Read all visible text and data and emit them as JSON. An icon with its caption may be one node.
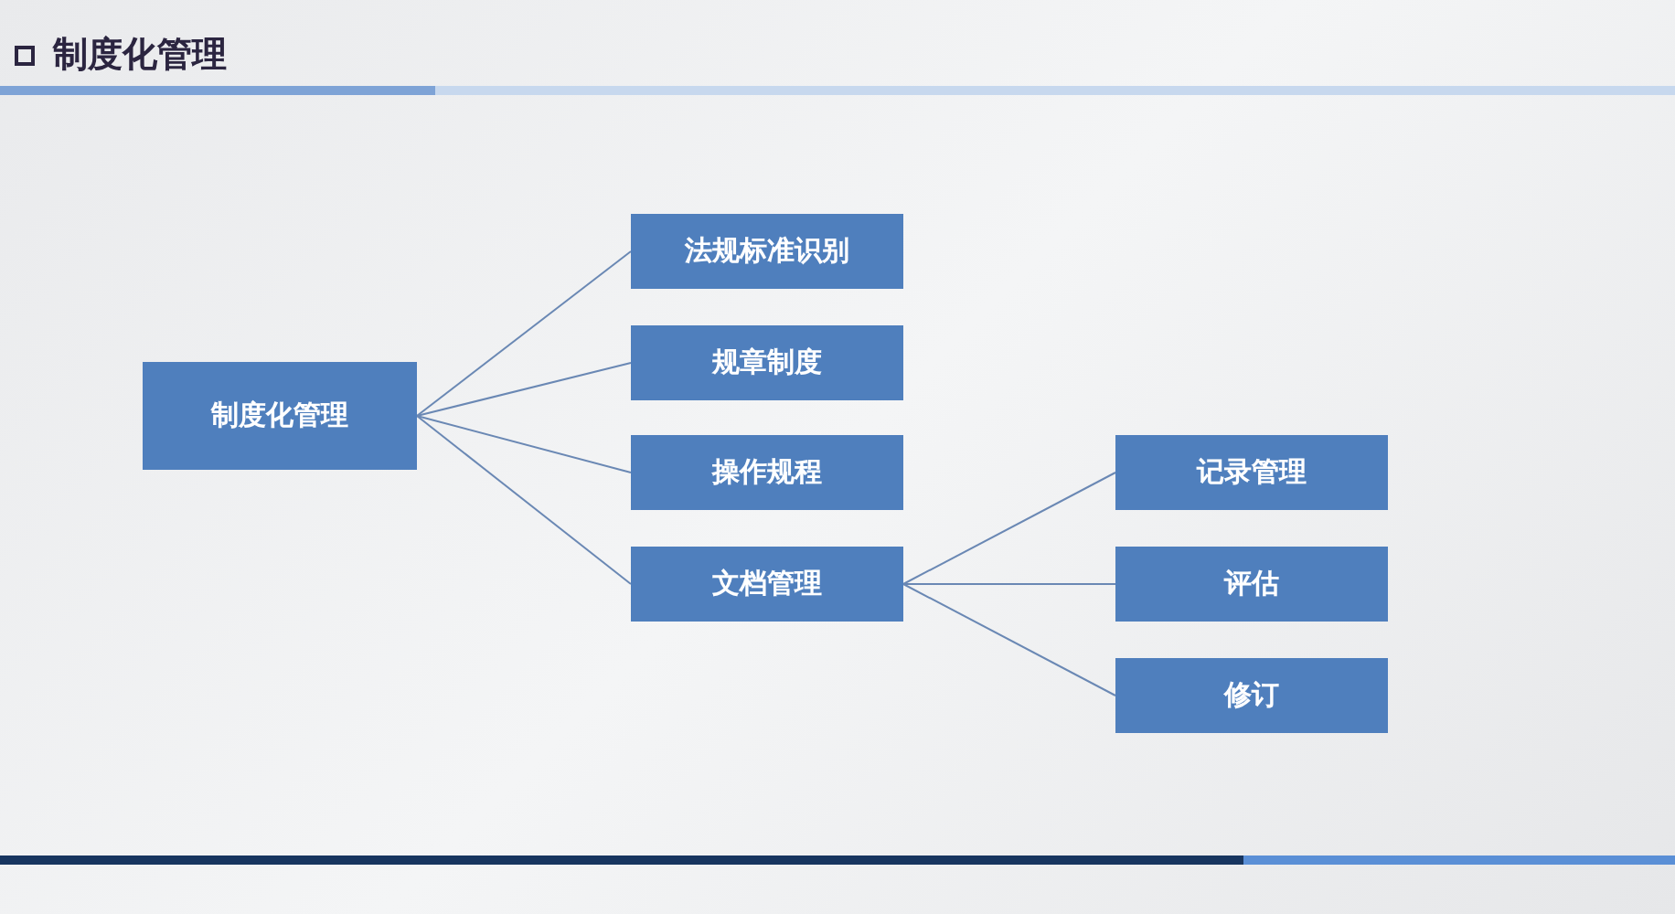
{
  "diagram": {
    "title": "制度化管理",
    "nodes": [
      {
        "text": [
          "制度化管理"
        ]
      },
      {
        "text": [
          "法规标准识别"
        ]
      },
      {
        "text": [
          "规章制度"
        ]
      },
      {
        "text": [
          "操作规程"
        ]
      },
      {
        "text": [
          "文档管理"
        ]
      },
      {
        "text": [
          "记录管理"
        ]
      },
      {
        "text": [
          "评估"
        ]
      },
      {
        "text": [
          "修订"
        ]
      }
    ],
    "edges": [
      {
        "from": 0,
        "to": 1,
        "arrow": "none"
      },
      {
        "from": 0,
        "to": 2,
        "arrow": "none"
      },
      {
        "from": 0,
        "to": 3,
        "arrow": "none"
      },
      {
        "from": 0,
        "to": 4,
        "arrow": "none"
      },
      {
        "from": 4,
        "to": 5,
        "arrow": "none"
      },
      {
        "from": 4,
        "to": 6,
        "arrow": "none"
      },
      {
        "from": 4,
        "to": 7,
        "arrow": "none"
      }
    ]
  }
}
